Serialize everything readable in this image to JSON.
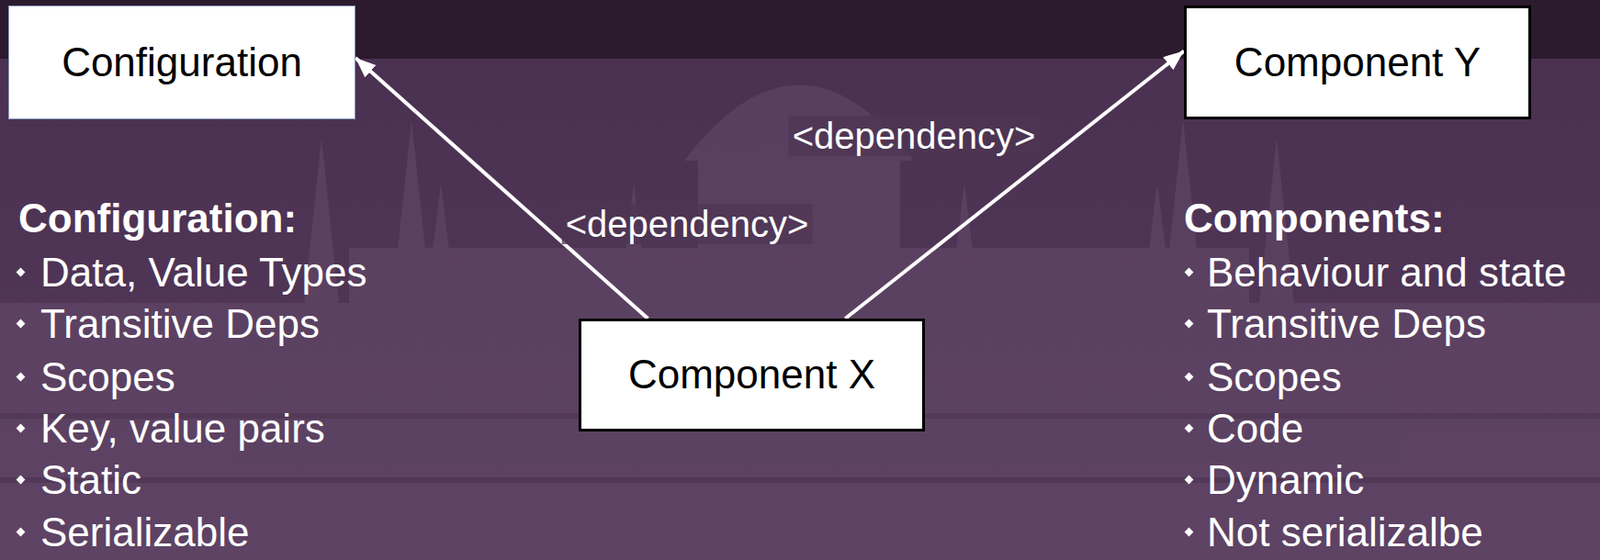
{
  "diagram": {
    "nodes": [
      {
        "text": [
          "Configuration"
        ]
      },
      {
        "text": [
          "Component Y"
        ]
      },
      {
        "text": [
          "Component X"
        ]
      }
    ],
    "edges": [
      {
        "from": 2,
        "to": 0,
        "arrow": "to",
        "label": "<dependency>"
      },
      {
        "from": 2,
        "to": 1,
        "arrow": "to",
        "label": "<dependency>"
      }
    ],
    "labels": [
      "Configuration:",
      "Data, Value Types",
      "Transitive Deps",
      "Scopes",
      "Key, value pairs",
      "Static",
      "Serializable",
      "Components:",
      "Behaviour and state",
      "Transitive Deps",
      "Scopes",
      "Code",
      "Dynamic",
      "Not serializalbe"
    ]
  }
}
